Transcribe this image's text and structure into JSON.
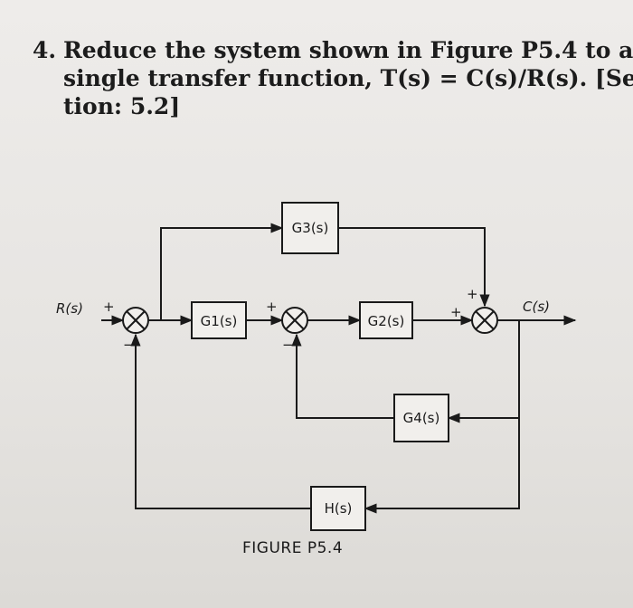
{
  "problem": {
    "number": "4.",
    "line1": "Reduce the system shown in Figure P5.4 to a",
    "line2": "single transfer function, T(s) = C(s)/R(s). [Sec-",
    "line3": "tion: 5.2]"
  },
  "diagram": {
    "input_label": "R(s)",
    "output_label": "C(s)",
    "blocks": {
      "g1": "G1(s)",
      "g2": "G2(s)",
      "g3": "G3(s)",
      "g4": "G4(s)",
      "h": "H(s)"
    },
    "signs": {
      "sj1_plus": "+",
      "sj1_minus": "−",
      "sj2_plus": "+",
      "sj2_minus": "−",
      "sj3_plus_top": "+",
      "sj3_plus_left": "+"
    }
  },
  "caption": "FIGURE P5.4"
}
